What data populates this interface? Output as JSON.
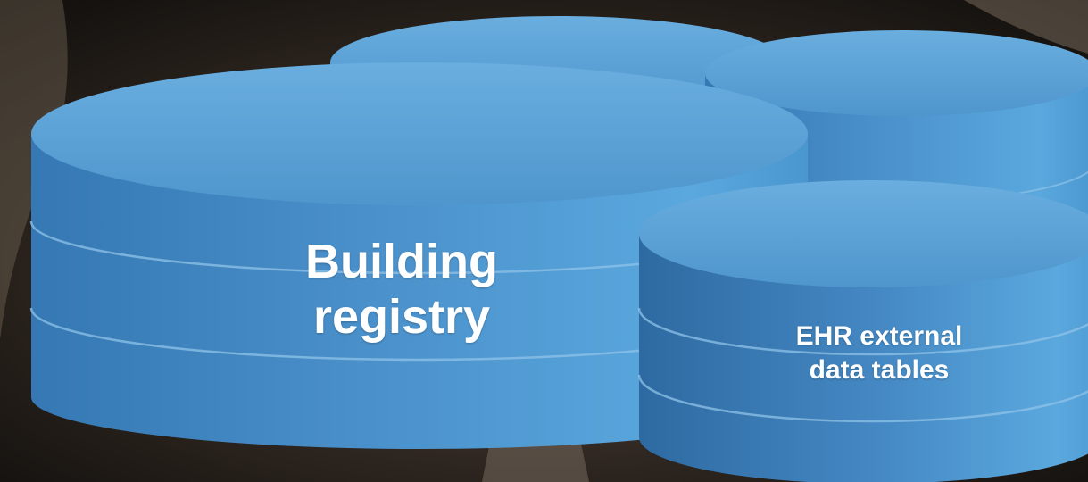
{
  "labels": {
    "building_registry": [
      "Building",
      "registry"
    ],
    "ehr_tables": [
      "EHR external",
      "data tables"
    ]
  },
  "colors": {
    "cylinder_top": "#5ea4d8",
    "cylinder_body_light": "#5aa8dc",
    "cylinder_body_dark": "#2f6fa6",
    "background": "#1a1714"
  }
}
